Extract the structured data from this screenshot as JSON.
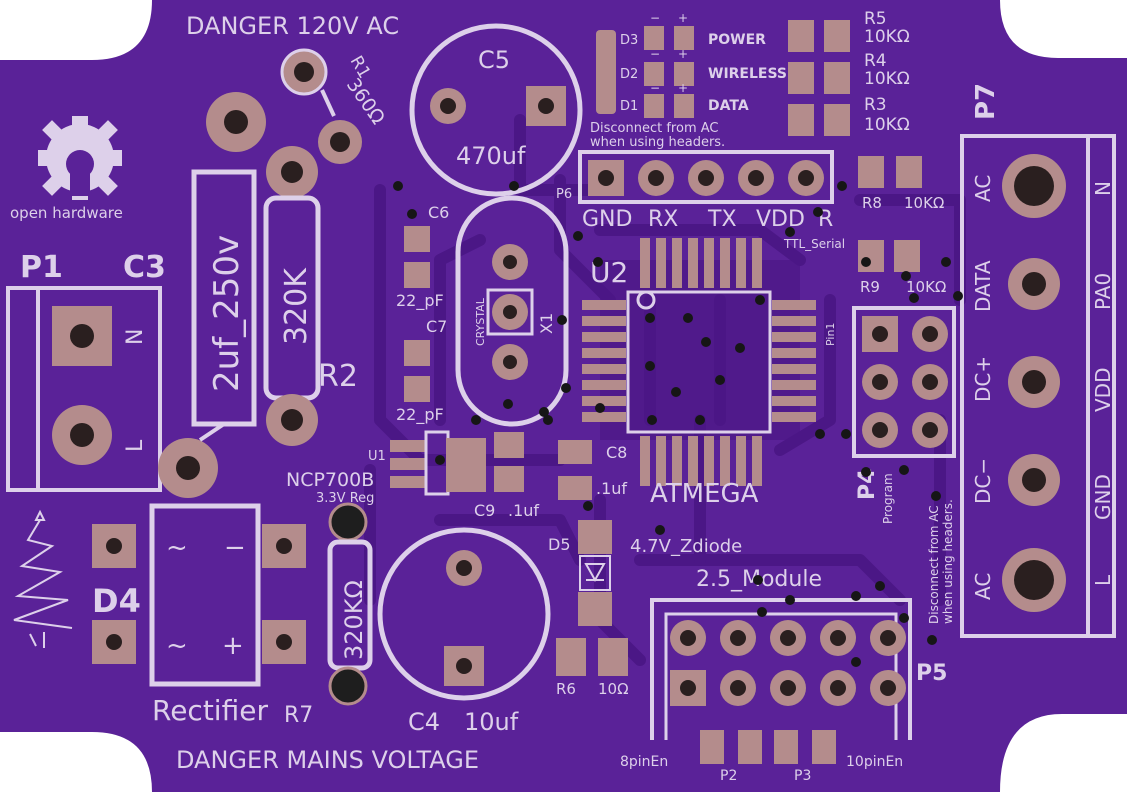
{
  "colors": {
    "board": "#5a2298",
    "board_dark": "#4a1785",
    "silk": "#ddd0ea",
    "pad": "#b48c8c",
    "hole": "#2a1f1f",
    "via": "#1a1a1a"
  },
  "labels": {
    "danger_top": "DANGER 120V AC",
    "danger_bottom": "DANGER MAINS VOLTAGE",
    "open_hardware": "open hardware",
    "p1": "P1",
    "p1_n": "N",
    "p1_l": "L",
    "c3": "C3",
    "c3_value": "2uf_250v",
    "r2_value": "320K",
    "r2": "R2",
    "r1": "R1",
    "r1_value": "360Ω",
    "c5": "C5",
    "c5_value": "470uf",
    "c6": "C6",
    "c6_value": "22_pF",
    "c7": "C7",
    "c7_value": "22_pF",
    "crystal": "CRYSTAL",
    "x1": "X1",
    "u1": "U1",
    "ncp": "NCP700B",
    "reg": "3.3V Reg",
    "c9": "C9",
    "c9_value": ".1uf",
    "c8": "C8",
    "c8_value": ".1uf",
    "u2": "U2",
    "atmega": "ATMEGA",
    "pin1": "Pin1",
    "d3": "D3",
    "d2": "D2",
    "d1": "D1",
    "led_power": "POWER",
    "led_wireless": "WIRELESS",
    "led_data": "DATA",
    "r5": "R5",
    "r5_value": "10KΩ",
    "r4": "R4",
    "r4_value": "10KΩ",
    "r3": "R3",
    "r3_value": "10KΩ",
    "disconnect_1": "Disconnect from AC",
    "disconnect_2": "when using headers.",
    "p6": "P6",
    "serial_gnd": "GND",
    "serial_rx": "RX",
    "serial_tx": "TX",
    "serial_vdd": "VDD",
    "serial_r": "R",
    "ttl_serial": "TTL_Serial",
    "r8": "R8",
    "r8_value": "10KΩ",
    "r9": "R9",
    "r9_value": "10KΩ",
    "p4": "P4",
    "program": "Program",
    "p7": "P7",
    "p7_ac_top": "AC",
    "p7_data": "DATA",
    "p7_dcp": "DC+",
    "p7_dcm": "DC−",
    "p7_ac_bot": "AC",
    "p7_n": "N",
    "p7_pa0": "PA0",
    "p7_vdd": "VDD",
    "p7_gnd": "GND",
    "p7_l": "L",
    "disc_v1": "Disconnect from AC",
    "disc_v2": "when using headers.",
    "d4": "D4",
    "rect_tl": "~",
    "rect_tr": "−",
    "rect_bl": "~",
    "rect_br": "+",
    "rectifier": "Rectifier",
    "r7": "R7",
    "r7_value": "320KΩ",
    "c4": "C4",
    "c4_value": "10uf",
    "d5": "D5",
    "d5_value": "4.7V_Zdiode",
    "r6": "R6",
    "r6_value": "10Ω",
    "module": "2.5_Module",
    "p5": "P5",
    "pin8_en": "8pinEn",
    "p2": "P2",
    "p3": "P3",
    "pin10_en": "10pinEn",
    "led_minus": "−",
    "led_plus": "+"
  }
}
